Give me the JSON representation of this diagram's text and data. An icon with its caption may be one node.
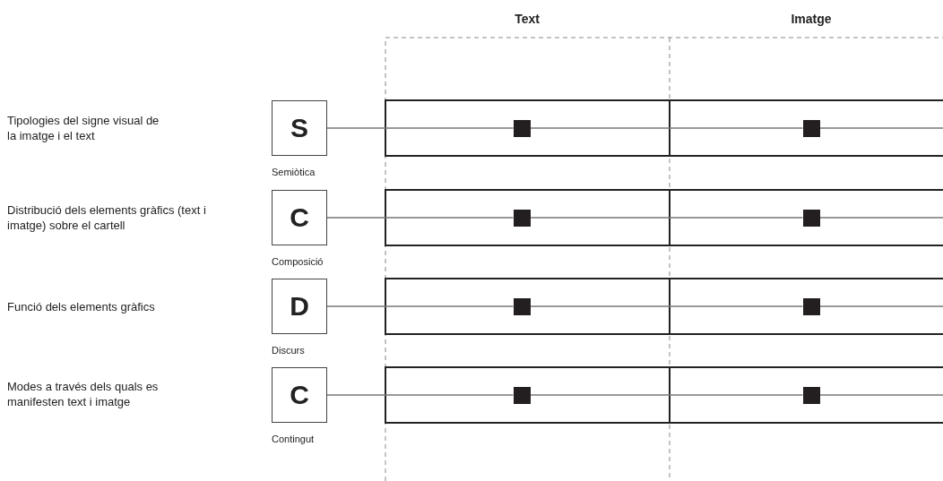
{
  "diagram": {
    "nodes": [
      {
        "text": [
          "S"
        ],
        "beside": [
          "Semiòtica"
        ]
      },
      {
        "text": [],
        "shape": "box"
      },
      {
        "text": [],
        "shape": "box"
      },
      {
        "text": [
          "C"
        ],
        "beside": [
          "Composició"
        ]
      },
      {
        "text": [],
        "shape": "box"
      },
      {
        "text": [],
        "shape": "box"
      },
      {
        "text": [
          "D"
        ],
        "beside": [
          "Discurs"
        ]
      },
      {
        "text": [],
        "shape": "box"
      },
      {
        "text": [],
        "shape": "box"
      },
      {
        "text": [
          "C"
        ],
        "beside": [
          "Contingut"
        ]
      },
      {
        "text": [],
        "shape": "box"
      },
      {
        "text": [],
        "shape": "box"
      }
    ],
    "edges": [
      {
        "from": 0,
        "to": 1,
        "arrow": "none"
      },
      {
        "from": 1,
        "to": 2,
        "arrow": "none"
      },
      {
        "from": 2,
        "to": null,
        "arrow": "none"
      },
      {
        "from": 3,
        "to": 4,
        "arrow": "none"
      },
      {
        "from": 4,
        "to": 5,
        "arrow": "none"
      },
      {
        "from": 5,
        "to": null,
        "arrow": "none"
      },
      {
        "from": 6,
        "to": 7,
        "arrow": "none"
      },
      {
        "from": 7,
        "to": 8,
        "arrow": "none"
      },
      {
        "from": 8,
        "to": null,
        "arrow": "none"
      },
      {
        "from": 9,
        "to": 10,
        "arrow": "none"
      },
      {
        "from": 10,
        "to": 11,
        "arrow": "none"
      },
      {
        "from": 11,
        "to": null,
        "arrow": "none"
      }
    ],
    "labels": [
      "Text",
      "Imatge",
      "Tipologies del signe visual de la imatge i el text",
      "Distribució dels elements gràfics (text i imatge) sobre el cartell",
      "Funció dels elements gràfics",
      "Modes a través dels quals es manifesten text i imatge"
    ]
  }
}
